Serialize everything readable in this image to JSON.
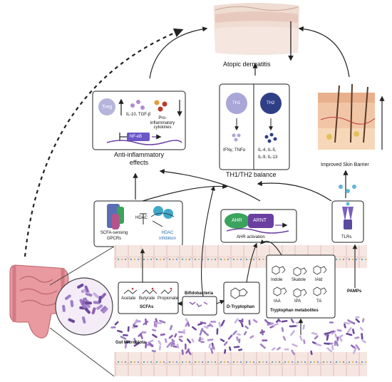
{
  "top": {
    "title": "Atopic dermatitis"
  },
  "anti_inflammatory": {
    "treg": "Treg",
    "il10": "IL-10, TGF-β",
    "proinflam": "Pro-inflammatory cytokines",
    "nfkb": "NF-κB",
    "label_line1": "Anti-inflammatory",
    "label_line2": "effects"
  },
  "th_balance": {
    "th1": "TH1",
    "th2": "TH2",
    "th1_cytokines": "IFNγ, TNFα",
    "th2_cytokines_1": "IL-4, IL-5,",
    "th2_cytokines_2": "IL-9, IL-13",
    "label": "TH1/TH2 balance"
  },
  "skin": {
    "label": "Improved Skin Barrier"
  },
  "gpcr": {
    "label_line1": "SCFA-sensing",
    "label_line2": "GPCRs",
    "hdac": "HDAC",
    "hdac_inhib_1": "HDAC",
    "hdac_inhib_2": "inhibition"
  },
  "ahr": {
    "ahr": "AHR",
    "arnt": "ARNT",
    "label": "AHR activation"
  },
  "tlr": {
    "label": "TLRs"
  },
  "scfa": {
    "acetate": "Acetate",
    "butyrate": "Butyrate",
    "propionate": "Propionate",
    "label": "SCFAs"
  },
  "bifido": {
    "label": "Bifidobacteria"
  },
  "dtrp": {
    "label": "D-Tryptophan"
  },
  "trp": {
    "indole": "Indole",
    "skatole": "Skatole",
    "iald": "IAld",
    "iaa": "IAA",
    "ipa": "IPA",
    "ta": "TA",
    "label": "Tryptophan metabolites"
  },
  "pamps": {
    "label": "PAMPs"
  },
  "gut": {
    "label": "Gut Microbiota"
  },
  "colors": {
    "treg": "#b7b4dc",
    "th1": "#a9a6d8",
    "th2": "#2f3f86",
    "ahr": "#3aa35c",
    "arnt": "#6b3fa0",
    "nfkb": "#6b57c8",
    "bacteria": "#8e62b6",
    "epithelium": "#f3ddd7"
  }
}
